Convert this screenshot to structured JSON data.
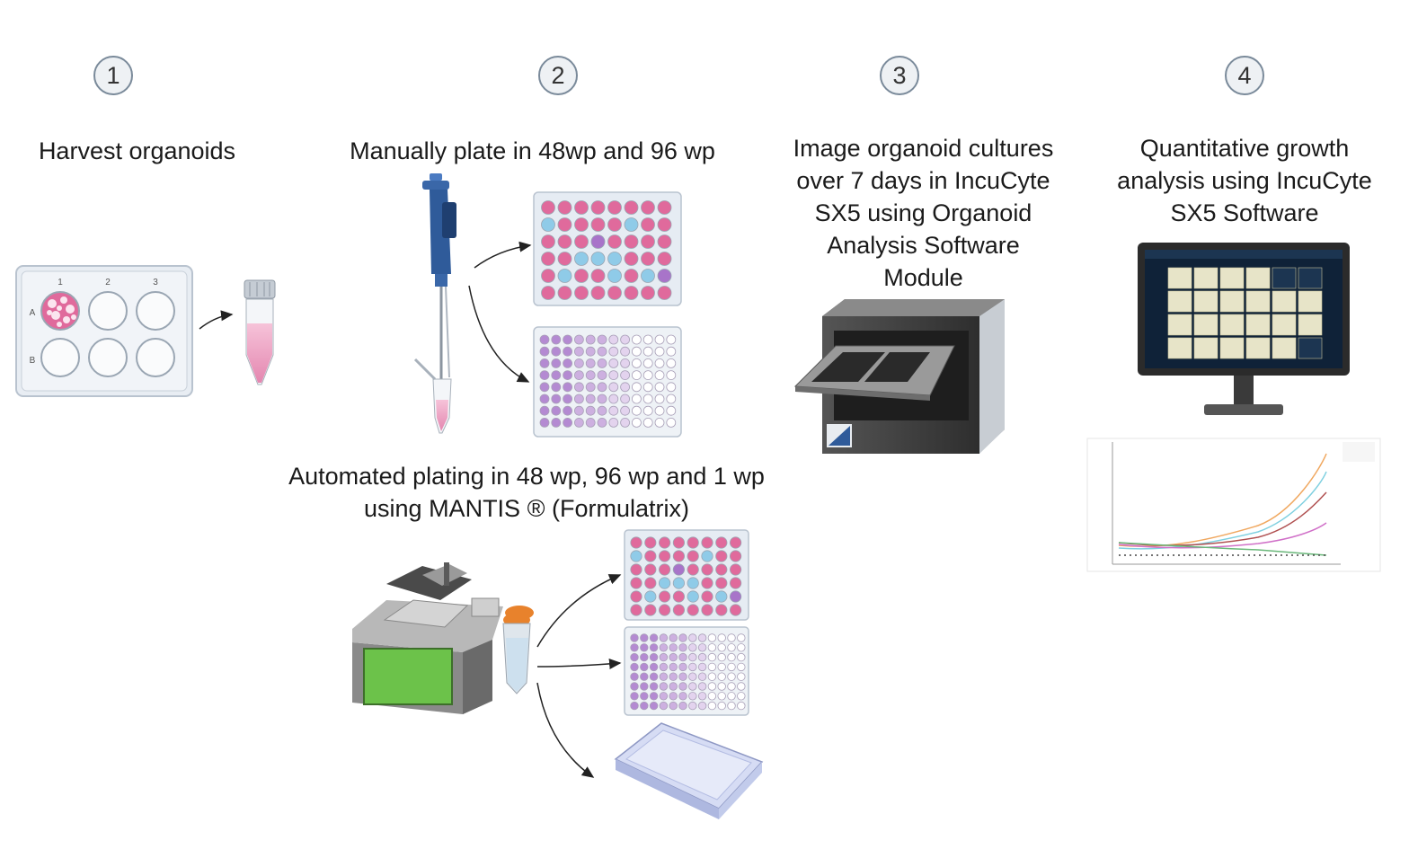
{
  "steps": [
    {
      "number": "1",
      "label": "Harvest organoids"
    },
    {
      "number": "2",
      "label": "Manually plate in 48wp and 96 wp"
    },
    {
      "number": "3",
      "label_lines": [
        "Image organoid cultures",
        "over 7 days in IncuCyte",
        "SX5 using Organoid",
        "Analysis Software",
        "Module"
      ]
    },
    {
      "number": "4",
      "label_lines": [
        "Quantitative growth",
        "analysis using IncuCyte",
        "SX5 Software"
      ]
    }
  ],
  "automated": {
    "label_lines": [
      "Automated plating in 48 wp, 96 wp and 1 wp",
      "using MANTIS ® (Formulatrix)"
    ]
  },
  "six_well_plate": {
    "col_labels": [
      "1",
      "2",
      "3"
    ],
    "row_labels": [
      "A",
      "B"
    ]
  },
  "colors": {
    "pink_well": "#e06a9c",
    "blue_well": "#8fcbe8",
    "purple_well": "#a874c9",
    "lilac_light": "#e9dcf0",
    "plate_body": "#e6ecf3",
    "pipette_blue": "#2f5b9a",
    "incucyte_dark": "#3c3c3c",
    "mantis_green": "#6cc24a",
    "tube_orange": "#e8822c",
    "monitor_bezel": "#2b2b2b",
    "monitor_screen": "#2f4f6f"
  },
  "icons": [
    "six-well-plate-icon",
    "conical-tube-icon",
    "pipette-icon",
    "48-well-plate-icon",
    "96-well-plate-icon",
    "incucyte-instrument-icon",
    "computer-monitor-icon",
    "growth-curve-chart-icon",
    "mantis-dispenser-icon",
    "falcon-tube-icon",
    "single-well-plate-icon"
  ]
}
